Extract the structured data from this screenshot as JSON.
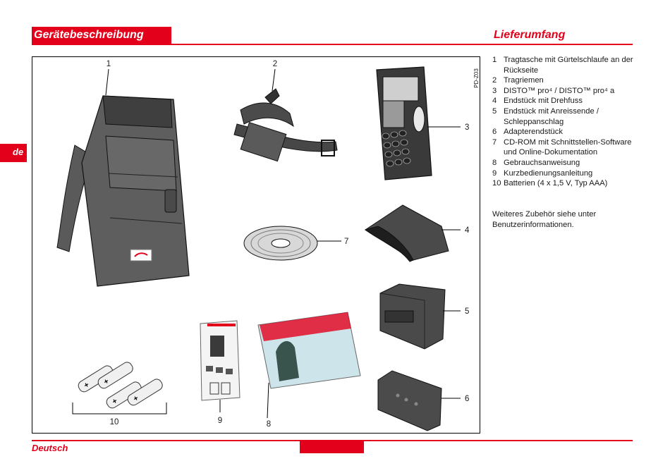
{
  "header": {
    "left_title": "Gerätebeschreibung",
    "right_title": "Lieferumfang"
  },
  "side_tab": {
    "label": "de"
  },
  "figure": {
    "code": "PD-Z03",
    "callouts": [
      "1",
      "2",
      "3",
      "4",
      "5",
      "6",
      "7",
      "8",
      "9",
      "10"
    ]
  },
  "contents": [
    {
      "n": "1",
      "text": "Tragtasche mit Gürtelschlaufe an der Rückseite"
    },
    {
      "n": "2",
      "text": "Tragriemen"
    },
    {
      "n": "3",
      "text": "DISTO™ pro⁴ / DISTO™ pro⁴ a"
    },
    {
      "n": "4",
      "text": "Endstück mit Drehfuss"
    },
    {
      "n": "5",
      "text": "Endstück mit Anreissende / Schleppanschlag"
    },
    {
      "n": "6",
      "text": "Adapterendstück"
    },
    {
      "n": "7",
      "text": "CD-ROM mit Schnittstellen-Software und Online-Dokumentation"
    },
    {
      "n": "8",
      "text": "Gebrauchsanweisung"
    },
    {
      "n": "9",
      "text": "Kurzbedienungsanleitung"
    },
    {
      "n": "10",
      "text": "Batterien (4 x 1,5 V, Typ AAA)"
    }
  ],
  "note": "Weiteres Zubehör siehe unter Benutzerinformationen.",
  "footer": {
    "language": "Deutsch"
  },
  "colors": {
    "accent": "#e3001b"
  }
}
